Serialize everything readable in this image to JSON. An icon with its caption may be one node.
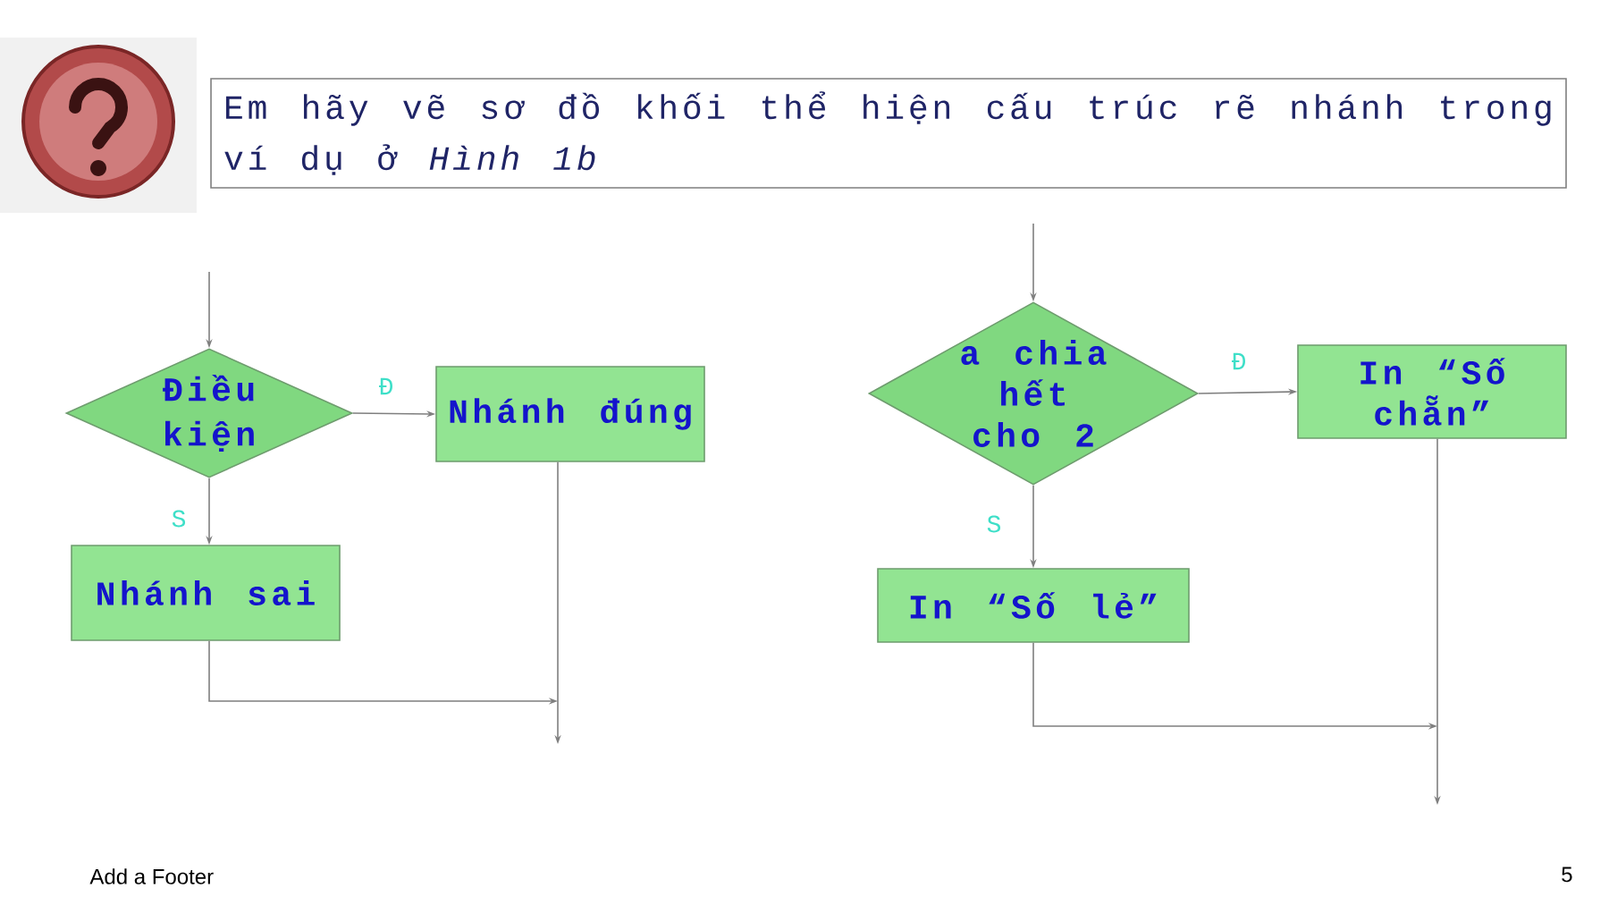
{
  "diagram": {
    "nodes": [
      {
        "text": [
          "Em hãy vẽ sơ đồ khối thể hiện cấu trúc rẽ nhánh trong ví dụ ở *Hình 1b*"
        ]
      },
      {
        "text": [
          "Điều kiện"
        ]
      },
      {
        "text": [
          "Nhánh đúng"
        ]
      },
      {
        "text": [
          "Nhánh sai"
        ]
      },
      {
        "text": [
          "a chia hết cho 2"
        ]
      },
      {
        "text": [
          "In “Số chẵn”"
        ]
      },
      {
        "text": [
          "In “Số lẻ”"
        ]
      }
    ],
    "edges": [
      {
        "from": null,
        "to": 1,
        "arrow": "to"
      },
      {
        "from": 1,
        "to": 2,
        "arrow": "to",
        "label": "Đ"
      },
      {
        "from": 1,
        "to": 3,
        "arrow": "to",
        "label": "S"
      },
      {
        "from": 3,
        "to": null,
        "arrow": "to"
      },
      {
        "from": 2,
        "to": null,
        "arrow": "to"
      },
      {
        "from": null,
        "to": 4,
        "arrow": "to"
      },
      {
        "from": 4,
        "to": 5,
        "arrow": "to",
        "label": "Đ"
      },
      {
        "from": 4,
        "to": 6,
        "arrow": "to",
        "label": "S"
      },
      {
        "from": 6,
        "to": null,
        "arrow": "to"
      },
      {
        "from": 5,
        "to": null,
        "arrow": "to"
      }
    ],
    "labels": [
      "Add a Footer",
      "5"
    ]
  }
}
